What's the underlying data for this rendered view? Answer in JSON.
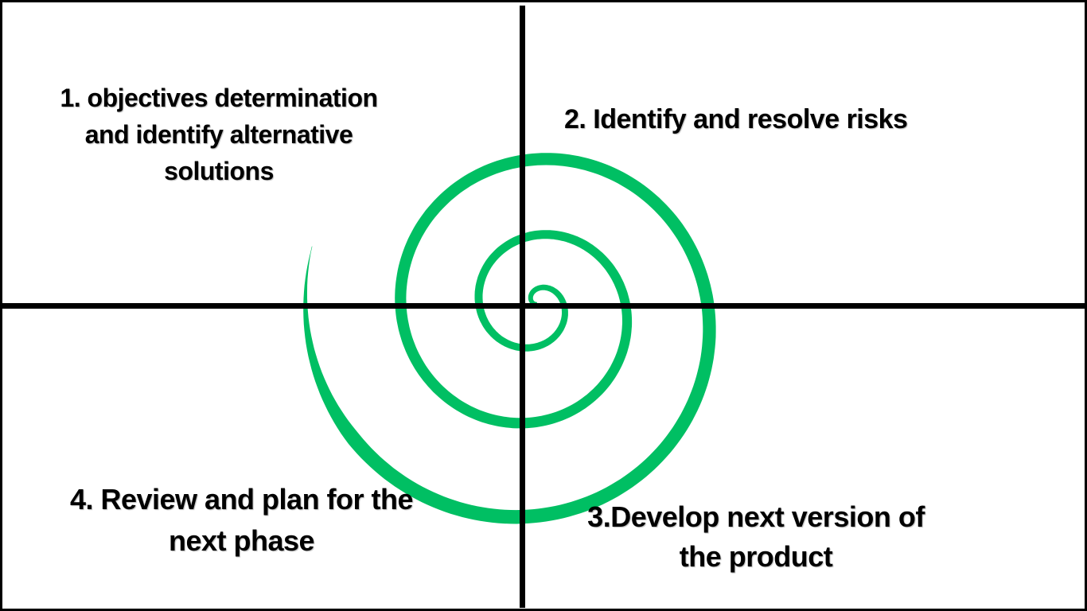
{
  "diagram": {
    "type": "spiral-model-quadrants",
    "quadrants": [
      {
        "position": "top-left",
        "lines": [
          "1. objectives determination",
          "and identify alternative",
          "solutions"
        ]
      },
      {
        "position": "top-right",
        "lines": [
          "2. Identify and resolve risks"
        ]
      },
      {
        "position": "bottom-right",
        "lines": [
          "3.Develop next version of",
          "the product"
        ]
      },
      {
        "position": "bottom-left",
        "lines": [
          "4. Review and plan for the",
          "next phase"
        ]
      }
    ]
  },
  "colors": {
    "spiral_green": "#00BF63",
    "axis_black": "#000000",
    "background": "#FFFFFF",
    "text": "#000000"
  }
}
